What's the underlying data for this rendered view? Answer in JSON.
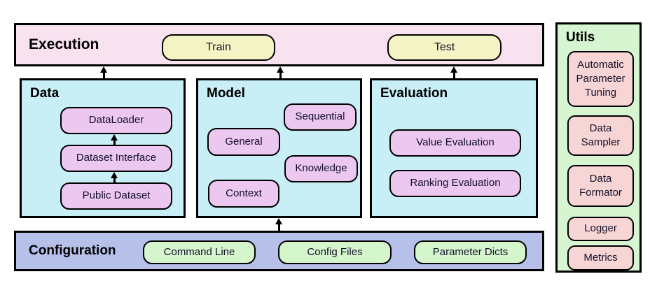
{
  "execution": {
    "title": "Execution",
    "buttons": [
      "Train",
      "Test"
    ]
  },
  "data": {
    "title": "Data",
    "items": [
      "DataLoader",
      "Dataset Interface",
      "Public Dataset"
    ]
  },
  "model": {
    "title": "Model",
    "items": [
      "Sequential",
      "General",
      "Knowledge",
      "Context"
    ]
  },
  "evaluation": {
    "title": "Evaluation",
    "items": [
      "Value Evaluation",
      "Ranking Evaluation"
    ]
  },
  "configuration": {
    "title": "Configuration",
    "items": [
      "Command Line",
      "Config Files",
      "Parameter Dicts"
    ]
  },
  "utils": {
    "title": "Utils",
    "items": [
      "Automatic Parameter Tuning",
      "Data Sampler",
      "Data Formator",
      "Logger",
      "Metrics"
    ]
  },
  "colors": {
    "execution_bg": "#f9e2ef",
    "exec_button_bg": "#f4f3c3",
    "module_bg": "#c9eff6",
    "module_node_bg": "#ecc7ef",
    "configuration_bg": "#b6c0e9",
    "configuration_node_bg": "#d5f6cc",
    "utils_bg": "#d7f5d0",
    "utils_node_bg": "#f8d5d5",
    "border": "#000000"
  }
}
